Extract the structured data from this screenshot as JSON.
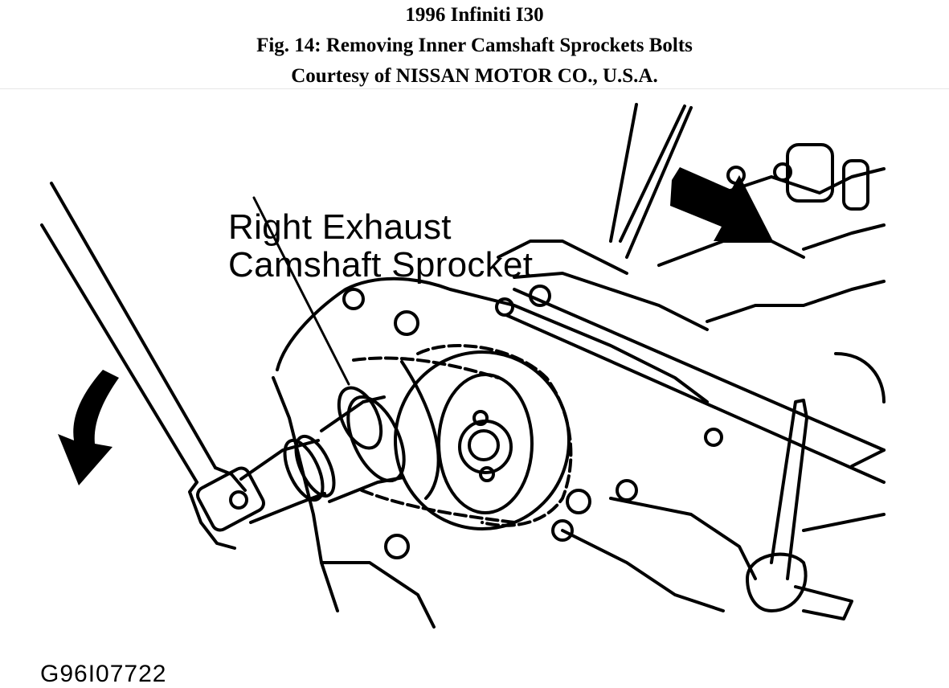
{
  "header": {
    "vehicle": "1996 Infiniti I30",
    "figure_title": "Fig. 14: Removing Inner Camshaft Sprockets Bolts",
    "courtesy": "Courtesy of NISSAN MOTOR CO., U.S.A."
  },
  "illustration": {
    "callout_line1": "Right Exhaust",
    "callout_line2": "Camshaft Sprocket",
    "figure_code": "G96I07722",
    "line_color": "#000000",
    "background_color": "#ffffff"
  }
}
